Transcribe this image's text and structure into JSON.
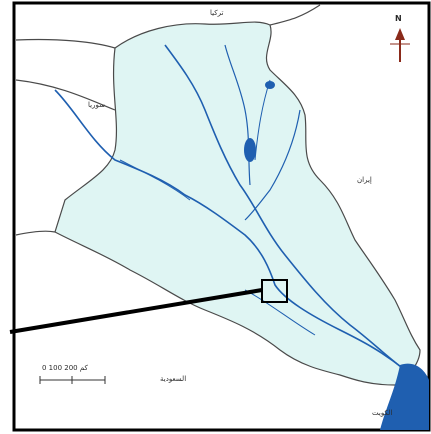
{
  "colors": {
    "land": "#dff5f3",
    "outside": "#ffffff",
    "water": "#1f5fb0",
    "border": "#4a4a4a",
    "pointer": "#000000"
  },
  "labels": {
    "turkey": "تركيا",
    "syria": "سوريا",
    "iran": "إيران",
    "saudi": "السعودية",
    "kuwait": "الكويت"
  },
  "north_arrow": {
    "letter": "N"
  },
  "scale": {
    "text": "0   100   200 كم"
  },
  "inset_box": {
    "label": ""
  }
}
